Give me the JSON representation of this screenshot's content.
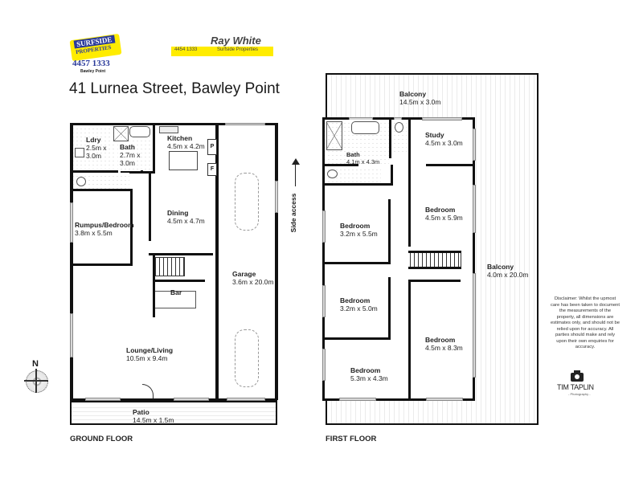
{
  "header": {
    "agency_left": {
      "name_line1": "SURFSIDE",
      "name_line2": "PROPERTIES",
      "phone": "4457 1333",
      "location": "Bawley Point"
    },
    "agency_right": {
      "brand": "Ray White",
      "phone": "4454 1333",
      "office": "Surfside Properties",
      "accent_color": "#ffec00"
    },
    "address": "41 Lurnea Street, Bawley Point"
  },
  "ground_floor": {
    "label": "GROUND FLOOR",
    "rooms": [
      {
        "name": "Ldry",
        "size_l1": "2.5m x",
        "size_l2": "3.0m"
      },
      {
        "name": "Bath",
        "size_l1": "2.7m x",
        "size_l2": "3.0m"
      },
      {
        "name": "Kitchen",
        "size": "4.5m x 4.2m"
      },
      {
        "name": "Rumpus/Bedroom",
        "size": "3.8m x 5.5m"
      },
      {
        "name": "Dining",
        "size": "4.5m x 4.7m"
      },
      {
        "name": "Bar"
      },
      {
        "name": "Garage",
        "size": "3.6m x 20.0m"
      },
      {
        "name": "Lounge/Living",
        "size": "10.5m x 9.4m"
      },
      {
        "name": "Patio",
        "size": "14.5m x 1.5m"
      }
    ],
    "fixtures": {
      "pantry": "P",
      "fridge": "F"
    },
    "side_access": "Side access"
  },
  "first_floor": {
    "label": "FIRST FLOOR",
    "rooms": [
      {
        "name": "Balcony",
        "size": "14.5m x 3.0m"
      },
      {
        "name": "Bath",
        "size": "4.1m x 4.3m"
      },
      {
        "name": "Study",
        "size": "4.5m x 3.0m"
      },
      {
        "name": "Bedroom",
        "size": "3.2m x 5.5m"
      },
      {
        "name": "Bedroom",
        "size": "4.5m x 5.9m"
      },
      {
        "name": "Balcony",
        "size": "4.0m x 20.0m"
      },
      {
        "name": "Bedroom",
        "size": "3.2m x 5.0m"
      },
      {
        "name": "Bedroom",
        "size": "4.5m x 8.3m"
      },
      {
        "name": "Bedroom",
        "size": "5.3m x 4.3m"
      }
    ]
  },
  "compass": {
    "north_label": "N"
  },
  "disclaimer": "Disclaimer: Whilst the upmost care has been taken to document the measurements of the property, all dimensions are estimates only, and should not be relied upon for accuracy. All parties should make and rely upon their own enquiries for accuracy.",
  "photographer": {
    "name": "TIM TAPLIN",
    "sub": "- Photography -"
  }
}
